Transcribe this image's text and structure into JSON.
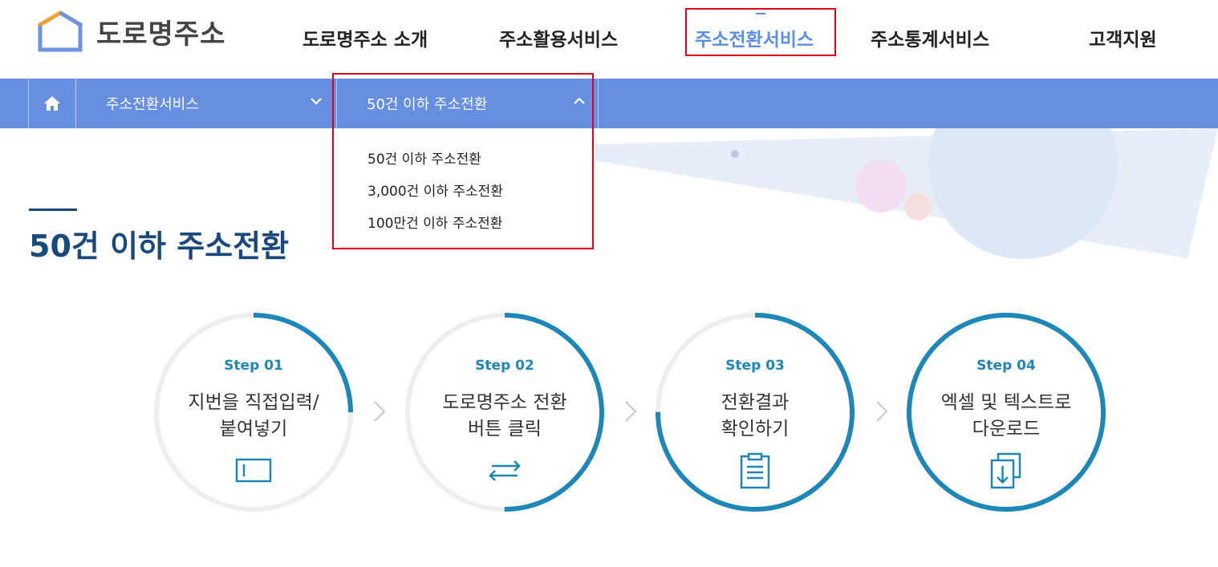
{
  "header": {
    "logo_text": "도로명주소",
    "nav": [
      {
        "label": "도로명주소 소개"
      },
      {
        "label": "주소활용서비스"
      },
      {
        "label": "주소전환서비스"
      },
      {
        "label": "주소통계서비스"
      },
      {
        "label": "고객지원"
      }
    ],
    "active_index": 2
  },
  "location_bar": {
    "home_icon": "home-icon",
    "level1": "주소전환서비스",
    "level2": "50건 이하 주소전환"
  },
  "dropdown": {
    "items": [
      {
        "label": "50건 이하 주소전환"
      },
      {
        "label": "3,000건 이하 주소전환"
      },
      {
        "label": "100만건 이하 주소전환"
      }
    ]
  },
  "page": {
    "title": "50건 이하 주소전환"
  },
  "steps": [
    {
      "num": "Step 01",
      "line1": "지번을 직접입력/",
      "line2": "붙여넣기",
      "icon": "input-box-icon",
      "progress": 0.25
    },
    {
      "num": "Step 02",
      "line1": "도로명주소 전환",
      "line2": "버튼 클릭",
      "icon": "convert-arrows-icon",
      "progress": 0.5
    },
    {
      "num": "Step 03",
      "line1": "전환결과",
      "line2": "확인하기",
      "icon": "clipboard-icon",
      "progress": 0.75
    },
    {
      "num": "Step 04",
      "line1": "엑셀 및 텍스트로",
      "line2": "다운로드",
      "icon": "download-icon",
      "progress": 1.0
    }
  ],
  "colors": {
    "brand_blue": "#668fe2",
    "active_nav": "#5b8ee6",
    "title_navy": "#1a4a7d",
    "step_teal": "#1d87b8",
    "highlight_red": "#e0001c"
  }
}
